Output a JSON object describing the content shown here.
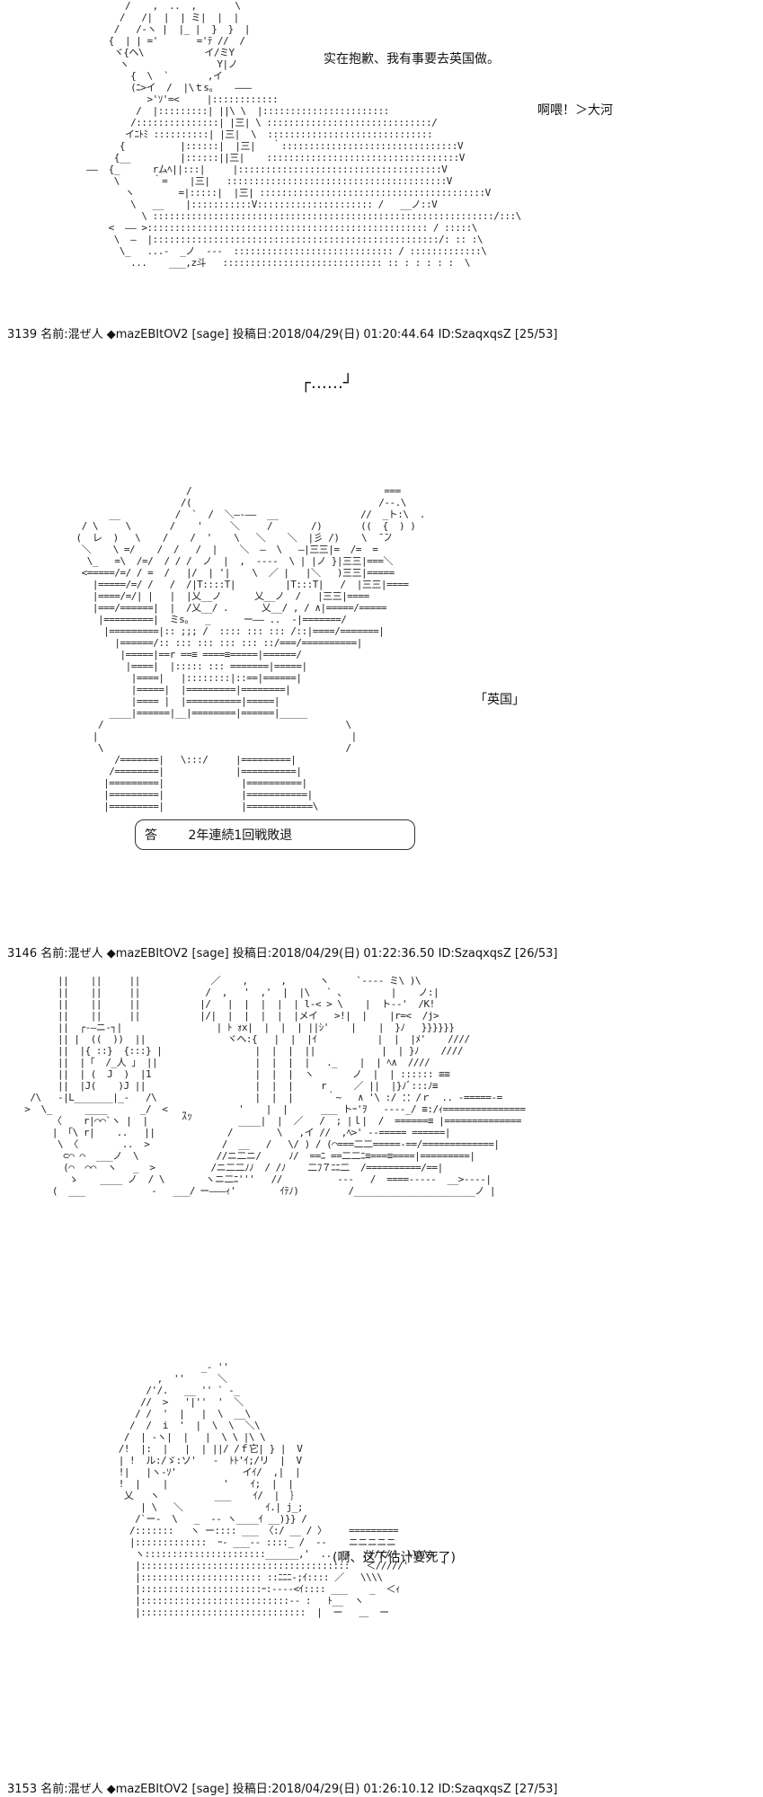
{
  "panels": [
    {
      "dialog_main": "实在抱歉、我有事要去英国做。",
      "dialog_side": "啊喂！＞大河",
      "sfx": "",
      "meta": "3139 名前:混ぜ人 ◆mazEBItOV2 [sage] 投稿日:2018/04/29(日) 01:20:44.64 ID:SzaqxqsZ [25/53]"
    },
    {
      "dialog_main": "「英国」",
      "caption_q": "答",
      "caption_a": "2年連続1回戦敗退",
      "meta": "3146 名前:混ぜ人 ◆mazEBItOV2 [sage] 投稿日:2018/04/29(日) 01:22:36.50 ID:SzaqxqsZ [26/53]"
    },
    {
      "sfx": "ｽｯ",
      "meta": ""
    },
    {
      "dialog_main": "(啊、这下估计要死了)",
      "meta": "3153 名前:混ぜ人 ◆mazEBItOV2 [sage] 投稿日:2018/04/29(日) 01:26:10.12 ID:SzaqxqsZ [27/53]"
    }
  ],
  "transition": "┌……┘",
  "colors": {
    "background": "#ffffff",
    "text": "#111111"
  }
}
